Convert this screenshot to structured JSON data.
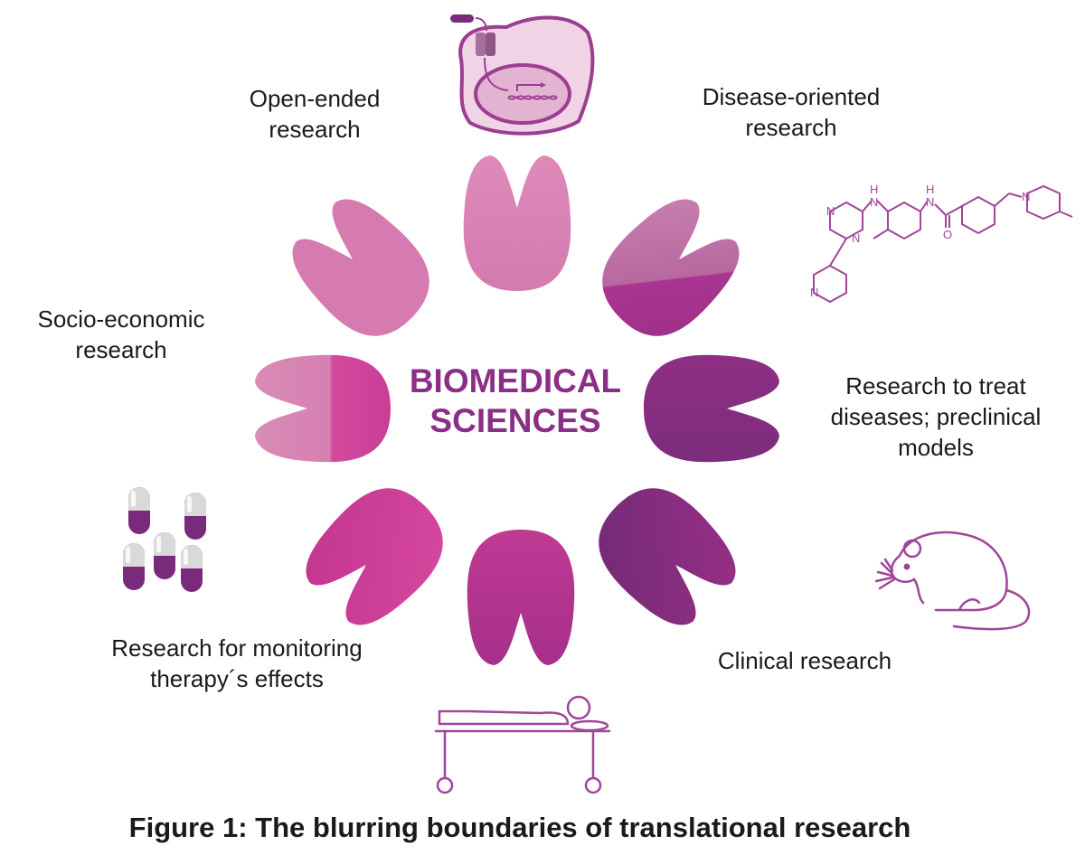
{
  "center": {
    "line1": "BIOMEDICAL",
    "line2": "SCIENCES"
  },
  "labels": {
    "open_ended": "Open-ended\nresearch",
    "disease_oriented": "Disease-oriented\nresearch",
    "socio_economic": "Socio-economic\nresearch",
    "treat_diseases": "Research to treat\ndiseases; preclinical\nmodels",
    "monitoring": "Research for monitoring\ntherapy´s effects",
    "clinical": "Clinical research"
  },
  "caption": "Figure 1: The blurring boundaries of translational research",
  "molecule_atoms": {
    "h1": "H",
    "n1": "N",
    "h2": "H",
    "n2": "N",
    "n3": "N",
    "n4": "N",
    "o": "O",
    "n5": "N",
    "n6": "N"
  },
  "colors": {
    "light_pink": "#d57bb0",
    "magenta": "#c93d96",
    "purple": "#8b2f86",
    "dark_purple": "#7a2a7a",
    "title_purple": "#8b2f86"
  },
  "icons": [
    "cell-icon",
    "molecule-icon",
    "mouse-icon",
    "hospital-bed-icon",
    "pills-icon"
  ]
}
